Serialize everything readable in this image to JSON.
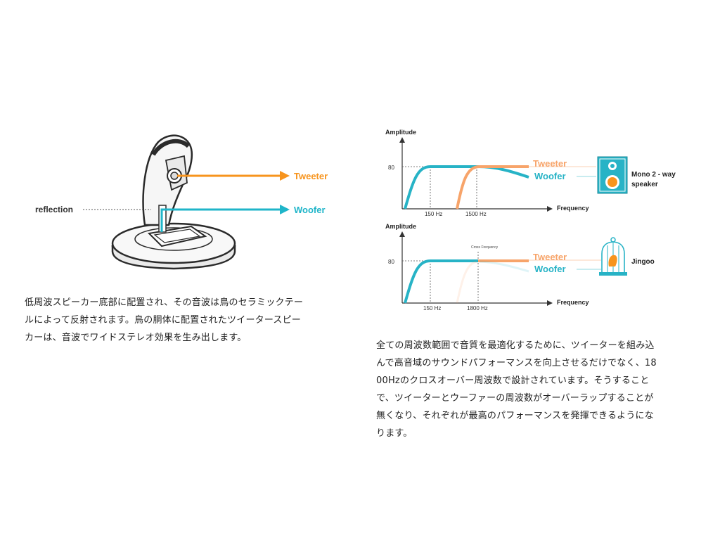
{
  "left_figure": {
    "label_reflection": "reflection",
    "label_tweeter": "Tweeter",
    "label_woofer": "Woofer",
    "colors": {
      "tweeter": "#F7941D",
      "woofer": "#1FB5C9",
      "outline": "#2a2a2a"
    }
  },
  "right_figure": {
    "top_chart": {
      "ylabel": "Amplitude",
      "xlabel": "Frequency",
      "y_tick": "80",
      "x_ticks": [
        "150 Hz",
        "1500 Hz"
      ],
      "legend": [
        "Tweeter",
        "Woofer"
      ],
      "side_label_line1": "Mono 2 - way",
      "side_label_line2": "speaker",
      "side_icon": "speaker-icon"
    },
    "bottom_chart": {
      "ylabel": "Amplitude",
      "xlabel": "Frequency",
      "y_tick": "80",
      "x_ticks": [
        "150 Hz",
        "1800 Hz"
      ],
      "annotation": "Cross Frequency",
      "legend": [
        "Tweeter",
        "Woofer"
      ],
      "side_label": "Jingoo",
      "side_icon": "birdcage-icon"
    },
    "colors": {
      "tweeter": "#F7A46A",
      "woofer": "#27B3C6",
      "axis": "#333333",
      "grid": "#555555"
    }
  },
  "captions": {
    "left": "低周波スピーカー底部に配置され、その音波は鳥のセラミックテー\nルによって反射されます。鳥の胴体に配置されたツイータースピー\nカーは、音波でワイドステレオ効果を生み出します。",
    "right": "全ての周波数範囲で音質を最適化するために、ツイーターを組み込\nんで高音域のサウンドパフォーマンスを向上させるだけでなく、18\n00Hzのクロスオーバー周波数で設計されています。そうすること\nで、ツイーターとウーファーの周波数がオーバーラップすることが\n無くなり、それぞれが最高のパフォーマンスを発揮できるようにな\nります。"
  }
}
